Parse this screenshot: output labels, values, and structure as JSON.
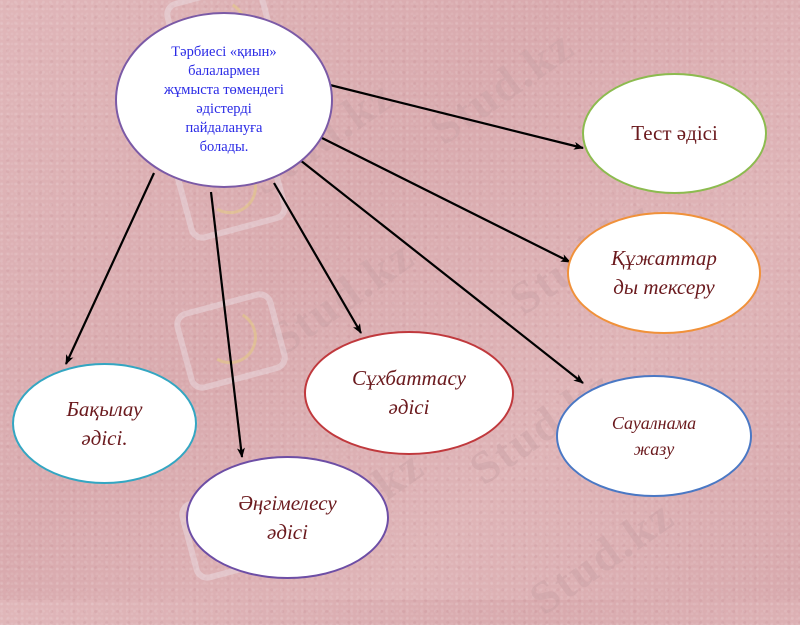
{
  "diagram": {
    "center": {
      "lines": [
        "Тәрбиесі «қиын»",
        "балалармен",
        "жұмыста төмендегі",
        "әдістерді",
        "пайдалануға",
        "болады."
      ],
      "text_color": "#2a2ae6",
      "border_color": "#7b5aa6"
    },
    "methods": [
      {
        "id": "test",
        "lines": [
          "Тест әдісі"
        ],
        "border_color": "#8cbb4f"
      },
      {
        "id": "documents",
        "lines": [
          "Құжаттар",
          "ды тексеру"
        ],
        "border_color": "#f0913a"
      },
      {
        "id": "survey",
        "lines": [
          "Сауалнама",
          "жазу"
        ],
        "border_color": "#4a78c4"
      },
      {
        "id": "interview",
        "lines": [
          "Сұхбаттасу",
          "әдісі"
        ],
        "border_color": "#c0393d"
      },
      {
        "id": "observation",
        "lines": [
          "Бақылау",
          "әдісі."
        ],
        "border_color": "#33a6c2"
      },
      {
        "id": "conversation",
        "lines": [
          "Әңгімелесу",
          "әдісі"
        ],
        "border_color": "#6d4ea5"
      }
    ],
    "method_text_color": "#6b1a1e",
    "arrow_color": "#000000",
    "background_color": "#ddb1b4"
  },
  "watermark": {
    "text": "Stud.kz"
  }
}
